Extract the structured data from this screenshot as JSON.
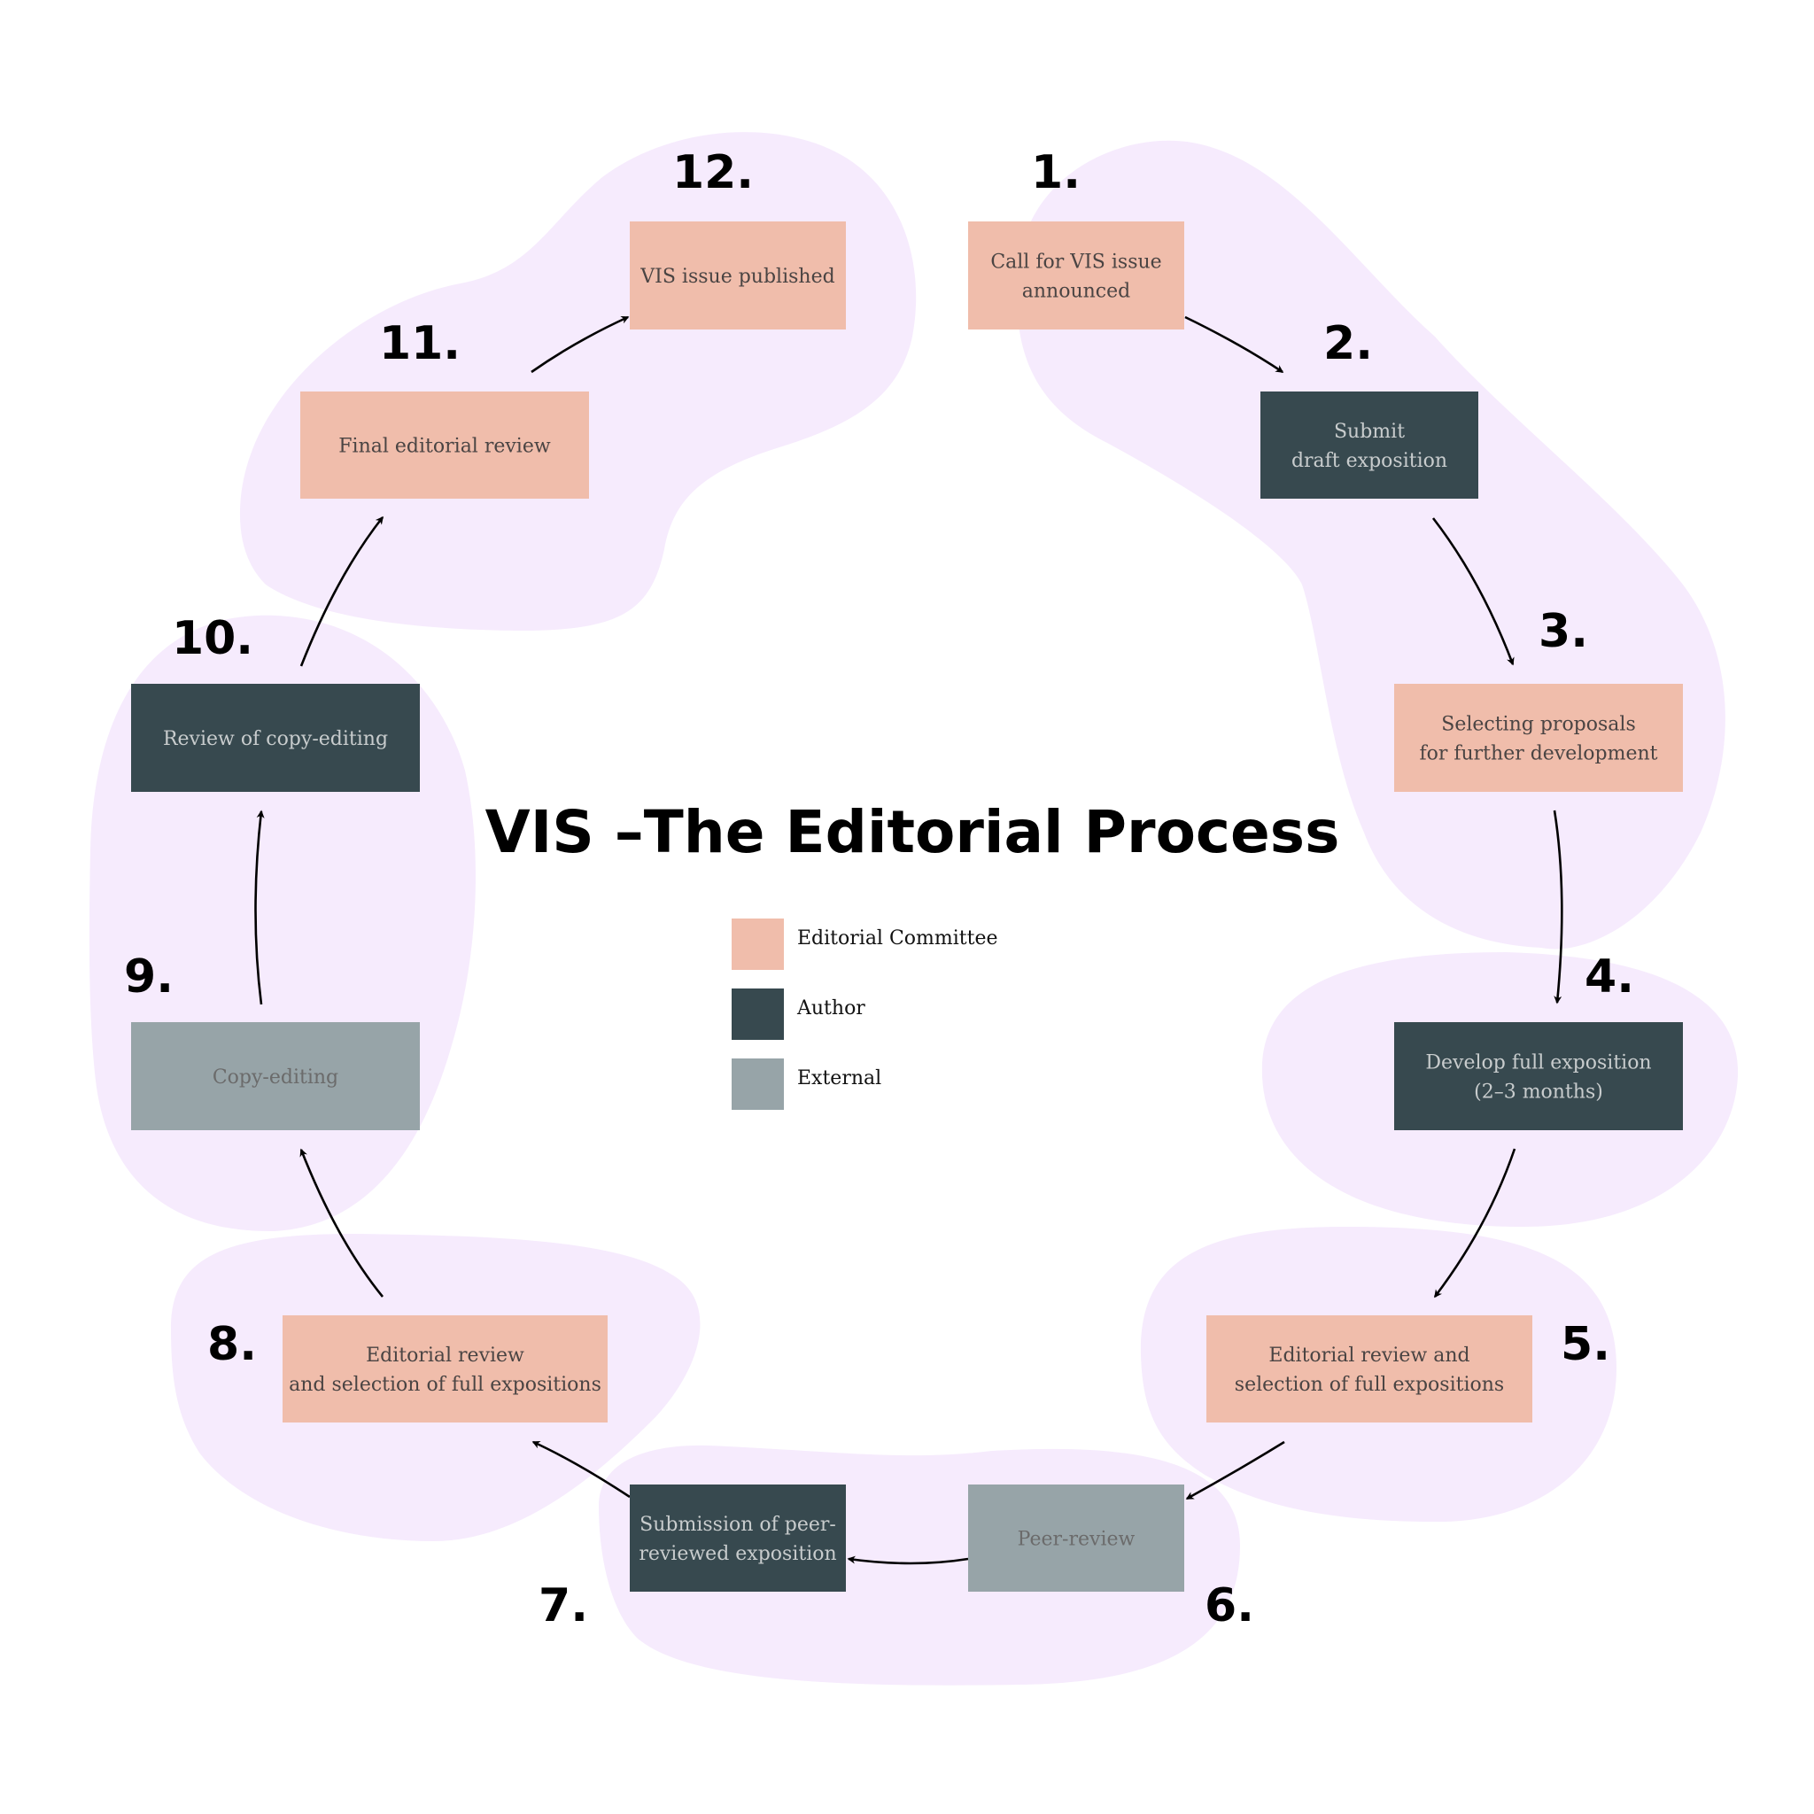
{
  "title": "VIS –The Editorial Process",
  "colors": {
    "editorial_committee": "#f0bdab",
    "author": "#37494f",
    "external": "#97a4a8",
    "blob": "#f6ebfd",
    "text_on_light": "#4a4443",
    "text_on_dark": "#c8cccd",
    "text_on_external": "#6b6b6b"
  },
  "legend": [
    {
      "label": "Editorial Committee",
      "role": "editorial_committee"
    },
    {
      "label": "Author",
      "role": "author"
    },
    {
      "label": "External",
      "role": "external"
    }
  ],
  "steps": [
    {
      "number": "1.",
      "lines": [
        "Call for VIS issue",
        "announced"
      ],
      "role": "editorial_committee"
    },
    {
      "number": "2.",
      "lines": [
        "Submit",
        "draft exposition"
      ],
      "role": "author"
    },
    {
      "number": "3.",
      "lines": [
        "Selecting proposals",
        "for further development"
      ],
      "role": "editorial_committee"
    },
    {
      "number": "4.",
      "lines": [
        "Develop full exposition",
        "(2–3 months)"
      ],
      "role": "author"
    },
    {
      "number": "5.",
      "lines": [
        "Editorial review and",
        "selection of full expositions"
      ],
      "role": "editorial_committee"
    },
    {
      "number": "6.",
      "lines": [
        "Peer-review"
      ],
      "role": "external"
    },
    {
      "number": "7.",
      "lines": [
        "Submission of peer-",
        "reviewed exposition"
      ],
      "role": "author"
    },
    {
      "number": "8.",
      "lines": [
        "Editorial review",
        "and selection of full expositions"
      ],
      "role": "editorial_committee"
    },
    {
      "number": "9.",
      "lines": [
        "Copy-editing"
      ],
      "role": "external"
    },
    {
      "number": "10.",
      "lines": [
        "Review of copy-editing"
      ],
      "role": "author"
    },
    {
      "number": "11.",
      "lines": [
        "Final editorial review"
      ],
      "role": "editorial_committee"
    },
    {
      "number": "12.",
      "lines": [
        "VIS issue published"
      ],
      "role": "editorial_committee"
    }
  ],
  "flow": [
    [
      1,
      2
    ],
    [
      2,
      3
    ],
    [
      3,
      4
    ],
    [
      4,
      5
    ],
    [
      5,
      6
    ],
    [
      6,
      7
    ],
    [
      7,
      8
    ],
    [
      8,
      9
    ],
    [
      9,
      10
    ],
    [
      10,
      11
    ],
    [
      11,
      12
    ]
  ]
}
